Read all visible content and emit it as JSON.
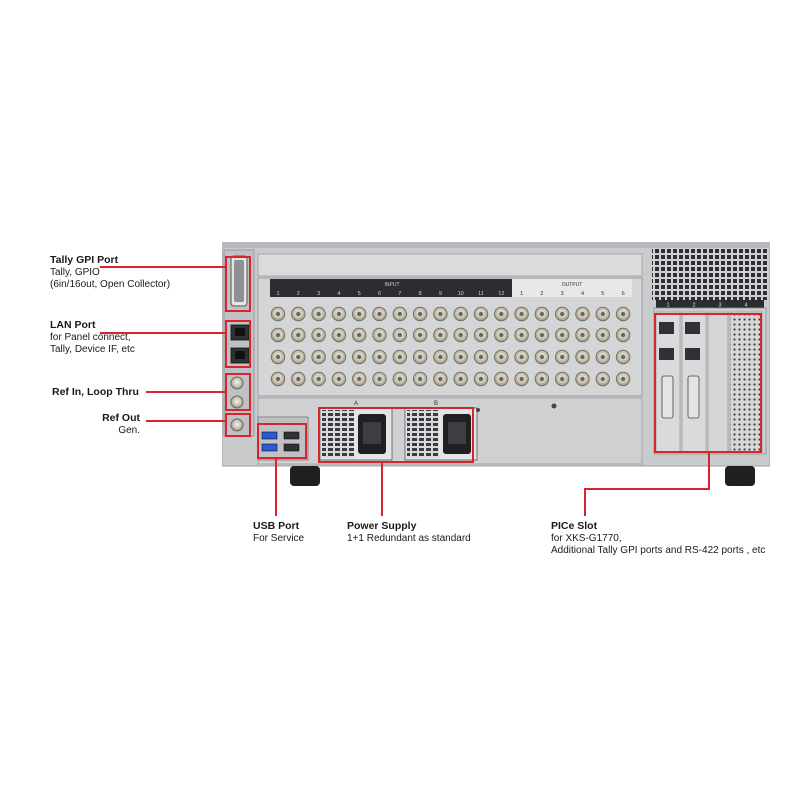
{
  "labels": {
    "tally": {
      "title": "Tally GPI Port",
      "desc": "Tally, GPIO\n(6in/16out, Open Collector)"
    },
    "lan": {
      "title": "LAN Port",
      "desc": "for Panel connect,\nTally, Device IF, etc"
    },
    "refin": {
      "title": "Ref In, Loop Thru",
      "desc": ""
    },
    "refout": {
      "title": "Ref Out",
      "desc": "Gen."
    },
    "usb": {
      "title": "USB Port",
      "desc": "For Service"
    },
    "power": {
      "title": "Power Supply",
      "desc": "1+1 Redundant as standard"
    },
    "pcie": {
      "title": "PICe Slot",
      "desc": "for XKS-G1770,\nAdditional Tally GPI ports and RS-422 ports , etc"
    }
  },
  "panel": {
    "input_label": "INPUT",
    "output_label": "OUTPUT",
    "input_numbers": [
      "1",
      "2",
      "3",
      "4",
      "5",
      "6",
      "7",
      "8",
      "9",
      "10",
      "11",
      "12"
    ],
    "output_numbers": [
      "1",
      "2",
      "3",
      "4",
      "5",
      "6"
    ],
    "pcie_slot_numbers": [
      "1",
      "2",
      "3",
      "4"
    ],
    "psu_labels": [
      "A",
      "B"
    ]
  },
  "colors": {
    "accent": "#d9242b",
    "chassis": "#c9cbcd",
    "dark": "#2b2d30"
  }
}
